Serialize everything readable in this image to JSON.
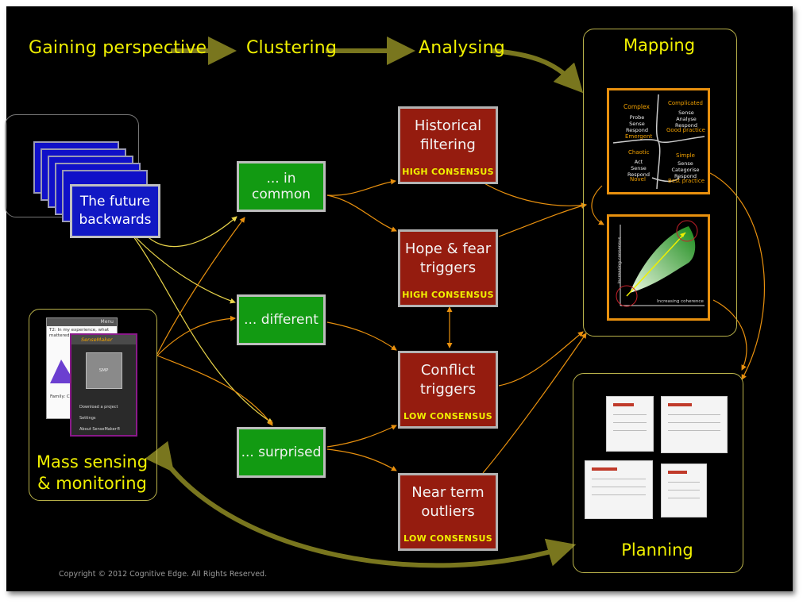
{
  "headers": {
    "gaining": "Gaining perspective",
    "clustering": "Clustering",
    "analysing": "Analysing"
  },
  "panels": {
    "mapping": "Mapping",
    "planning": "Planning",
    "mass_sensing": "Mass sensing\n& monitoring"
  },
  "source_card": "The future\nbackwards",
  "clusters": [
    "... in common",
    "... different",
    "... surprised"
  ],
  "analyses": [
    {
      "title": "Historical\nfiltering",
      "consensus": "HIGH CONSENSUS"
    },
    {
      "title": "Hope & fear\ntriggers",
      "consensus": "HIGH CONSENSUS"
    },
    {
      "title": "Conflict\ntriggers",
      "consensus": "LOW CONSENSUS"
    },
    {
      "title": "Near term\noutliers",
      "consensus": "LOW CONSENSUS"
    }
  ],
  "cynefin": {
    "complex": "Complex",
    "complex_sub": "Probe\nSense\nRespond",
    "complicated": "Complicated",
    "complicated_sub": "Sense\nAnalyse\nRespond",
    "good": "Good practice",
    "emergent": "Emergent",
    "chaotic": "Chaotic",
    "chaotic_sub": "Act\nSense\nRespond",
    "novel": "Novel",
    "simple": "Simple",
    "simple_sub": "Sense\nCategorise\nRespond",
    "best": "Best practice"
  },
  "graph": {
    "xlabel": "Increasing coherence",
    "ylabel": "Increasing consensus"
  },
  "app": {
    "menu": "Menu",
    "question": "T2: In my experience, what mattered to the was:",
    "brand": "SenseMaker",
    "family": "Family: Conn",
    "btn": "SMP",
    "items": [
      "Download a project",
      "Settings",
      "About SenseMaker®"
    ]
  },
  "copyright": "Copyright © 2012 Cognitive Edge. All Rights Reserved.",
  "colors": {
    "board": "#000000",
    "header_text": "#f0f000",
    "cluster_green": "#129a12",
    "analysis_red": "#951c0f",
    "olive_arrow": "#79761e",
    "connector_yellow": "#e9d44a",
    "connector_orange": "#e8900e"
  }
}
